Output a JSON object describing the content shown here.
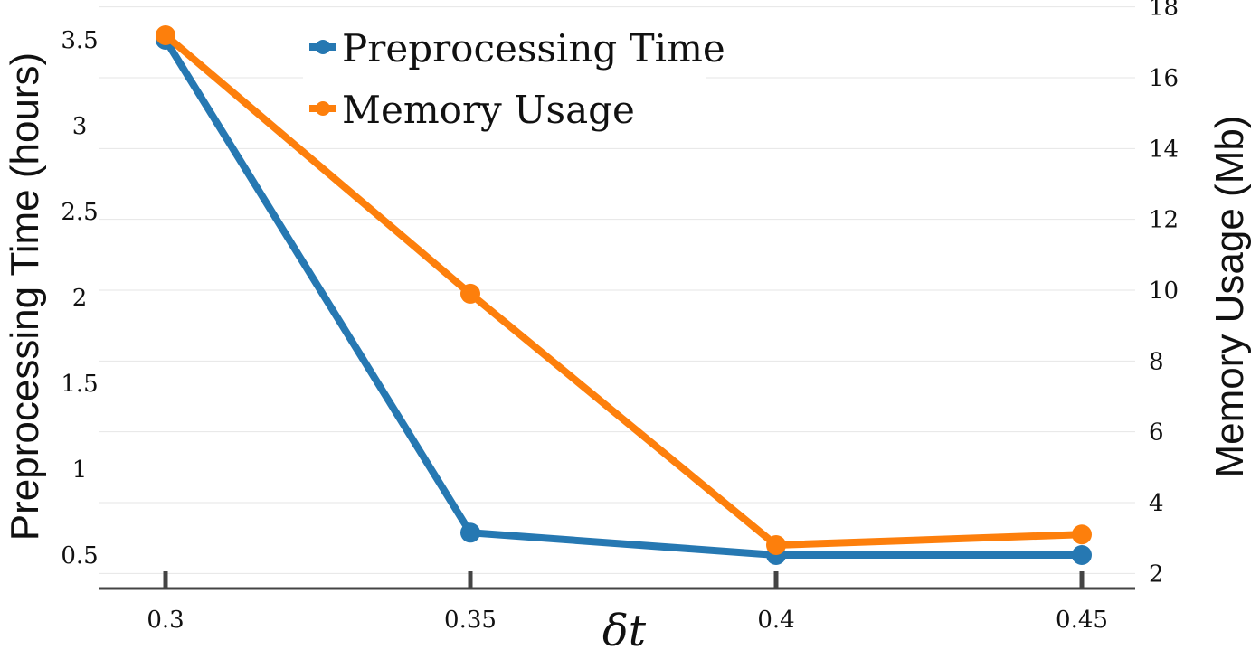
{
  "chart_data": {
    "type": "line",
    "x": [
      0.3,
      0.35,
      0.4,
      0.45
    ],
    "x_tick_labels": [
      "0.3",
      "0.35",
      "0.4",
      "0.45"
    ],
    "xlabel": "δt",
    "ylabel_left": "Preprocessing Time (hours)",
    "ylabel_right": "Memory Usage (Mb)",
    "ylim_left": [
      0.3,
      3.7
    ],
    "ylim_right": [
      1.6,
      18.4
    ],
    "y_left_ticks": [
      0.5,
      1,
      1.5,
      2,
      2.5,
      3,
      3.5
    ],
    "y_left_tick_labels": [
      "0.5",
      "1",
      "1.5",
      "2",
      "2.5",
      "3",
      "3.5"
    ],
    "y_right_ticks": [
      2,
      4,
      6,
      8,
      10,
      12,
      14,
      16,
      18
    ],
    "y_right_tick_labels": [
      "2",
      "4",
      "6",
      "8",
      "10",
      "12",
      "14",
      "16",
      "18"
    ],
    "grid": true,
    "legend_position": "top-center",
    "series": [
      {
        "name": "Preprocessing Time",
        "axis": "left",
        "color": "#2678b2",
        "values": [
          3.5,
          0.63,
          0.5,
          0.5
        ]
      },
      {
        "name": "Memory Usage",
        "axis": "right",
        "color": "#fd7f0c",
        "values": [
          17.2,
          9.9,
          2.8,
          3.1
        ]
      }
    ]
  }
}
